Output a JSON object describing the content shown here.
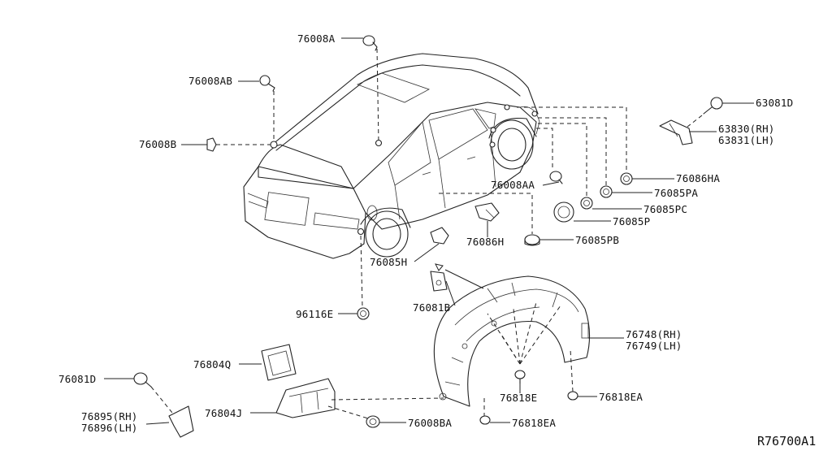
{
  "diagram": {
    "reference_code": "R76700A1",
    "labels": {
      "p76008A": "76008A",
      "p76008AB": "76008AB",
      "p76008B": "76008B",
      "p63081D": "63081D",
      "p63830": "63830(RH)",
      "p63831": "63831(LH)",
      "p76086HA": "76086HA",
      "p76008AA": "76008AA",
      "p76085PA": "76085PA",
      "p76085PC": "76085PC",
      "p76085P": "76085P",
      "p76086H": "76086H",
      "p76085PB": "76085PB",
      "p76085H": "76085H",
      "p76081B": "76081B",
      "p96116E": "96116E",
      "p76748": "76748(RH)",
      "p76749": "76749(LH)",
      "p76804Q": "76804Q",
      "p76081D": "76081D",
      "p76818E": "76818E",
      "p76818EA_r": "76818EA",
      "p76804J": "76804J",
      "p76895": "76895(RH)",
      "p76896": "76896(LH)",
      "p76008BA": "76008BA",
      "p76818EA_b": "76818EA"
    }
  }
}
